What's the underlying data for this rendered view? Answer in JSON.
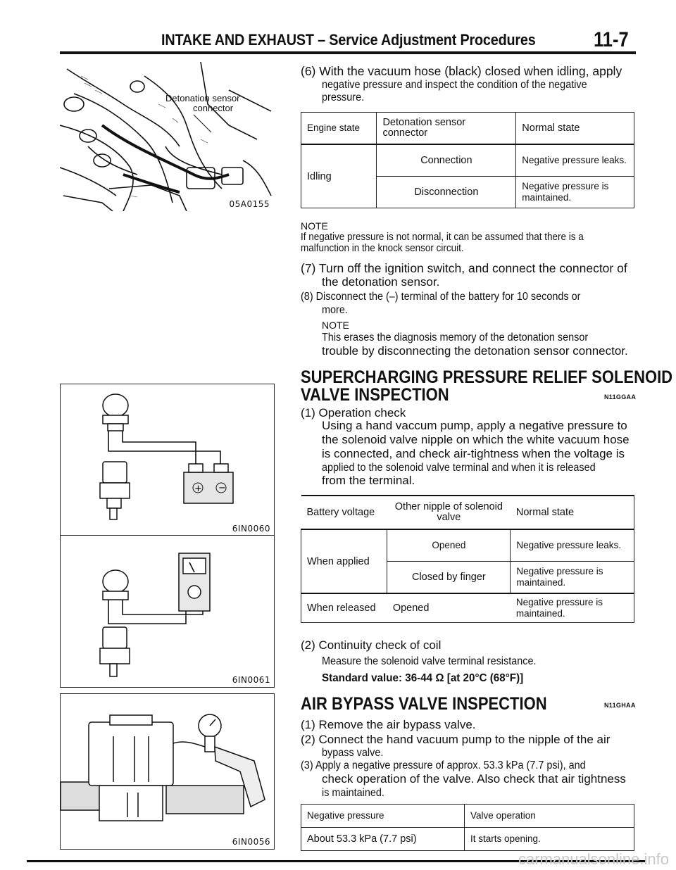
{
  "header": {
    "title": "INTAKE AND EXHAUST – Service Adjustment Procedures",
    "page": "11-7"
  },
  "figures": {
    "fig1": {
      "label": "05A0155",
      "callout_line1": "Detonation sensor",
      "callout_line2": "connector"
    },
    "fig2": {
      "label": "6IN0060"
    },
    "fig3": {
      "label": "6IN0061"
    },
    "fig4": {
      "label": "6IN0056"
    }
  },
  "step6": {
    "line1": "(6) With the vacuum hose (black) closed when idling, apply",
    "line2": "negative pressure and inspect the condition of the negative",
    "line3": "pressure."
  },
  "table1": {
    "head": {
      "c1": "Engine state",
      "c2": "Detonation sensor connector",
      "c3": "Normal state"
    },
    "row_state": "Idling",
    "rows": [
      {
        "connector": "Connection",
        "normal": "Negative pressure leaks."
      },
      {
        "connector": "Disconnection",
        "normal": "Negative pressure is maintained."
      }
    ]
  },
  "note1": {
    "label": "NOTE",
    "line1": "If negative pressure is not normal, it can be assumed that there is a",
    "line2": "malfunction in the knock sensor circuit."
  },
  "step7": {
    "line1": "(7) Turn off the ignition switch, and connect the connector of",
    "line2": "the detonation sensor."
  },
  "step8": {
    "line1": "(8) Disconnect the (–) terminal of the battery for 10 seconds or",
    "line2": "more."
  },
  "note2": {
    "label": "NOTE",
    "line1": "This erases the diagnosis memory of the detonation sensor",
    "line2": "trouble by disconnecting the detonation sensor connector."
  },
  "section1": {
    "title_line1": "SUPERCHARGING PRESSURE RELIEF SOLENOID",
    "title_line2": "VALVE INSPECTION",
    "code": "N11GGAA",
    "op_heading": "(1) Operation check",
    "op_lines": [
      "Using a hand vaccum pump, apply a negative pressure to",
      "the solenoid valve nipple on which the white vacuum hose",
      "is connected, and check air-tightness when the voltage is",
      "applied to the solenoid valve terminal and when it is released",
      "from the terminal."
    ]
  },
  "table2": {
    "head": {
      "c1": "Battery voltage",
      "c2": "Other nipple of solenoid valve",
      "c3": "Normal state"
    },
    "applied": {
      "label": "When applied",
      "rows": [
        {
          "nipple": "Opened",
          "normal": "Negative pressure leaks."
        },
        {
          "nipple": "Closed by finger",
          "normal": "Negative pressure is maintained."
        }
      ]
    },
    "released": {
      "label": "When released",
      "nipple": "Opened",
      "normal": "Negative pressure is maintained."
    }
  },
  "coil": {
    "heading": "(2) Continuity check of coil",
    "line": "Measure the solenoid valve terminal resistance.",
    "standard": "Standard value: 36-44 Ω [at 20°C (68°F)]"
  },
  "section2": {
    "title": "AIR BYPASS VALVE INSPECTION",
    "code": "N11GHAA",
    "step1": "(1) Remove the air bypass valve.",
    "step2_line1": "(2) Connect the hand vacuum pump to the nipple of the air",
    "step2_line2": "bypass valve.",
    "step3_line1": "(3) Apply a negative pressure of approx. 53.3 kPa (7.7 psi), and",
    "step3_line2": "check operation of the valve. Also check that air tightness",
    "step3_line3": "is maintained."
  },
  "table3": {
    "head": {
      "c1": "Negative pressure",
      "c2": "Valve operation"
    },
    "row": {
      "c1": "About 53.3 kPa (7.7 psi)",
      "c2": "It starts opening."
    }
  },
  "watermark": "carmanualsonline.info"
}
